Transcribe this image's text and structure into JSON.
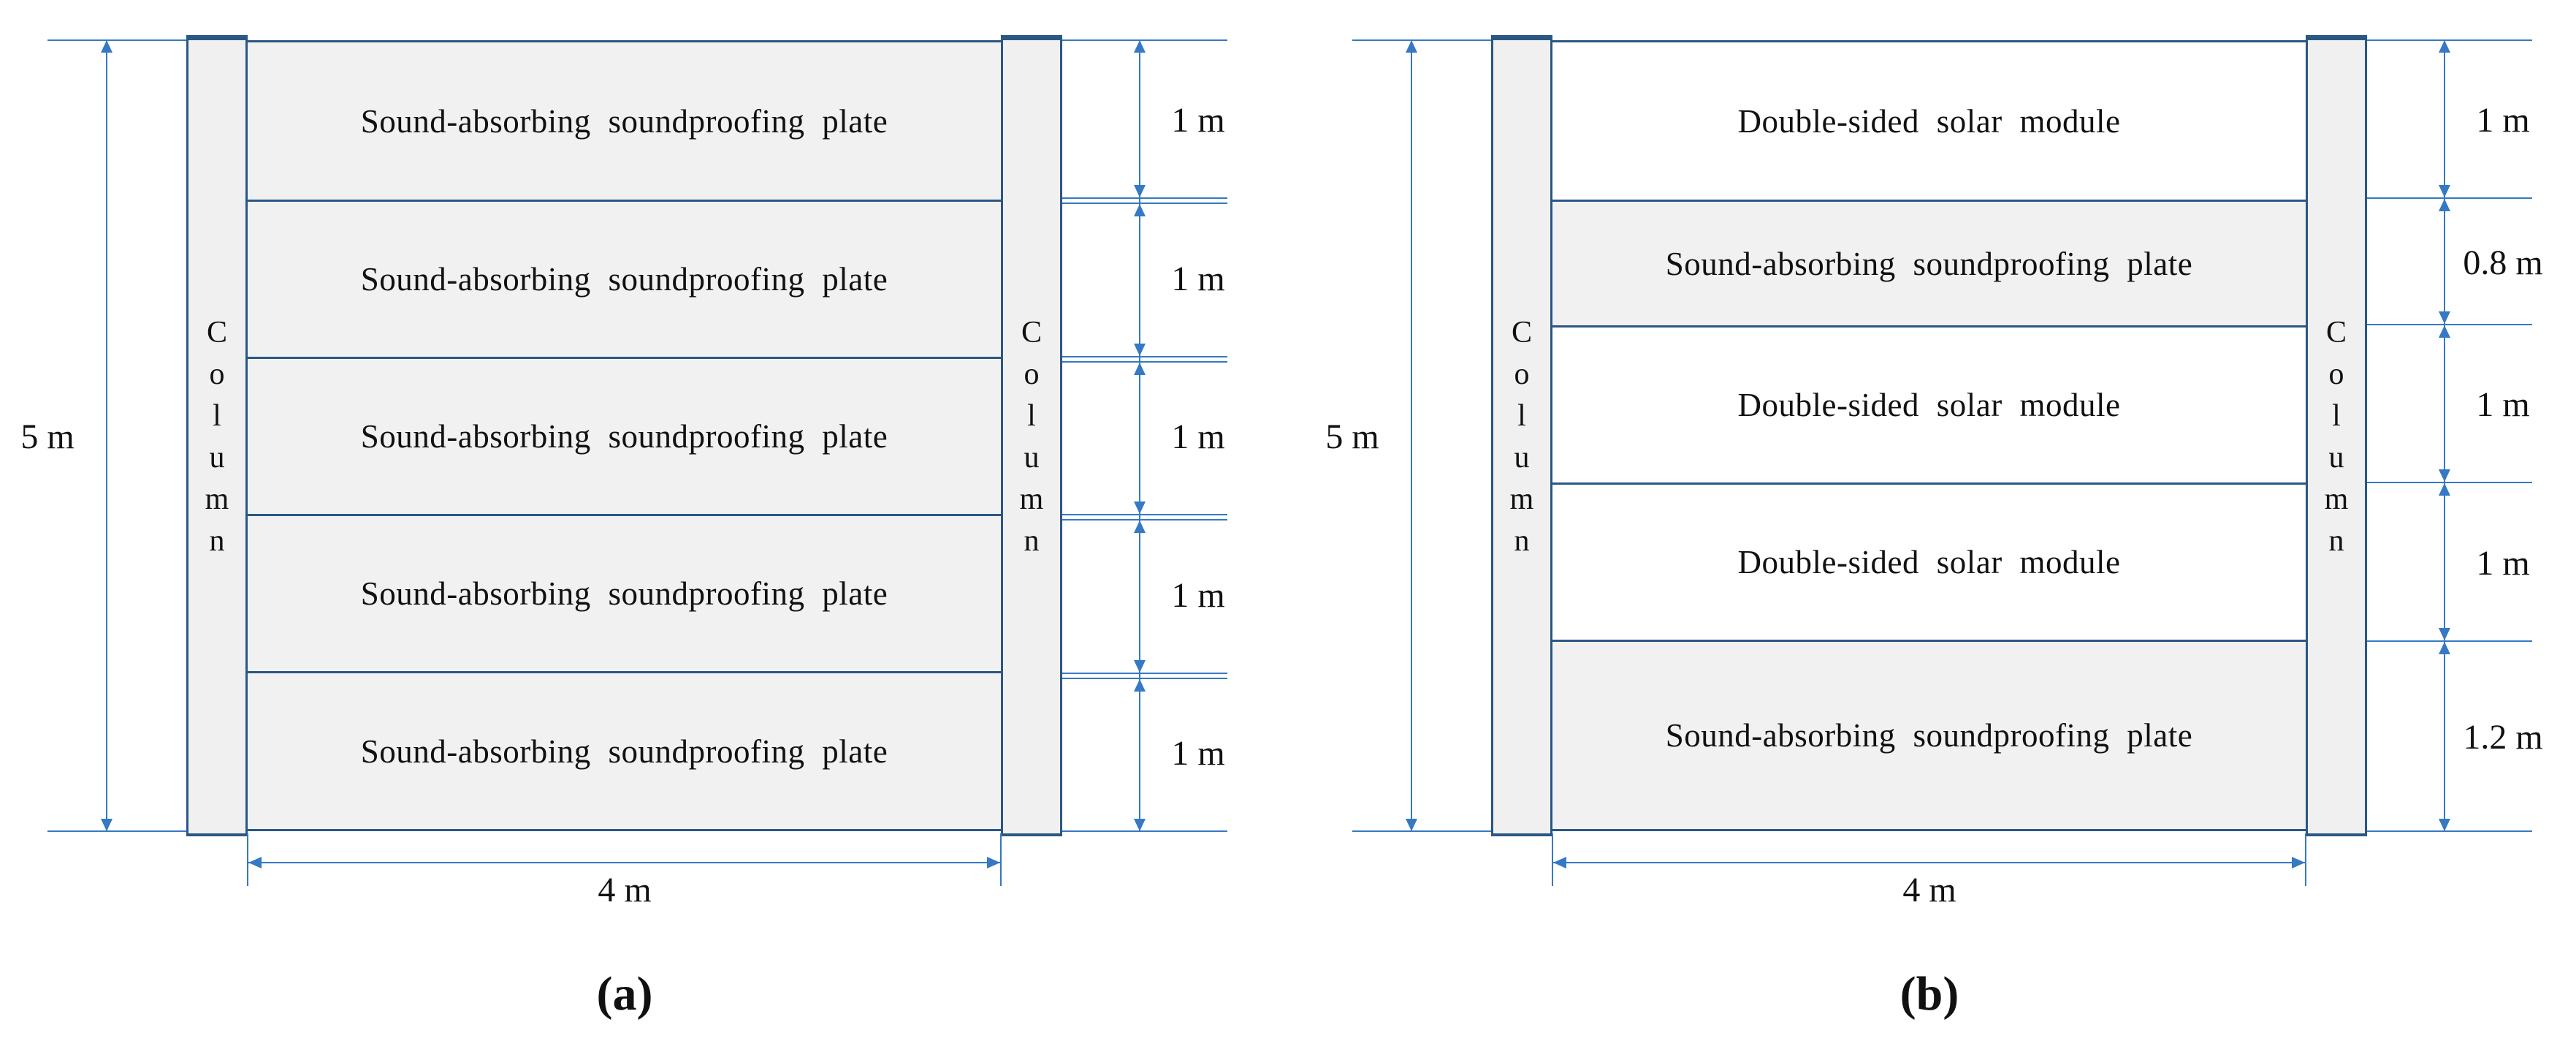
{
  "figure": {
    "panels": [
      {
        "caption": "(a)",
        "height_label": "5 m",
        "width_label": "4 m",
        "column_label": "Column",
        "column_text": "C\no\nl\nu\nm\nn",
        "rows": [
          {
            "material": "sound-absorbing soundproofing plate",
            "label": "Sound-absorbing soundproofing plate",
            "size_label": "1 m"
          },
          {
            "material": "sound-absorbing soundproofing plate",
            "label": "Sound-absorbing soundproofing plate",
            "size_label": "1 m"
          },
          {
            "material": "sound-absorbing soundproofing plate",
            "label": "Sound-absorbing soundproofing plate",
            "size_label": "1 m"
          },
          {
            "material": "sound-absorbing soundproofing plate",
            "label": "Sound-absorbing soundproofing plate",
            "size_label": "1 m"
          },
          {
            "material": "sound-absorbing soundproofing plate",
            "label": "Sound-absorbing soundproofing plate",
            "size_label": "1 m"
          }
        ]
      },
      {
        "caption": "(b)",
        "height_label": "5 m",
        "width_label": "4 m",
        "column_label": "Column",
        "column_text": "C\no\nl\nu\nm\nn",
        "rows": [
          {
            "material": "double-sided solar module",
            "label": "Double-sided solar module",
            "size_label": "1 m"
          },
          {
            "material": "sound-absorbing soundproofing plate",
            "label": "Sound-absorbing soundproofing plate",
            "size_label": "0.8 m"
          },
          {
            "material": "double-sided solar module",
            "label": "Double-sided solar module",
            "size_label": "1 m"
          },
          {
            "material": "double-sided solar module",
            "label": "Double-sided solar module",
            "size_label": "1 m"
          },
          {
            "material": "sound-absorbing soundproofing plate",
            "label": "Sound-absorbing soundproofing plate",
            "size_label": "1.2 m"
          }
        ]
      }
    ]
  },
  "colors": {
    "structure_line": "#2a5784",
    "dimension_line": "#3579c4",
    "plate_fill": "#f1f1f2",
    "module_fill": "#ffffff",
    "column_fill": "#f0f0f1",
    "text": "#111111"
  }
}
